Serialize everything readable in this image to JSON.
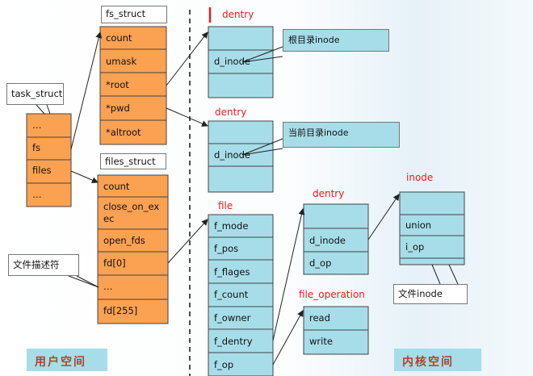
{
  "task_struct": {
    "title": "task_struct",
    "fields": [
      "…",
      "fs",
      "files",
      "…"
    ]
  },
  "fs_struct": {
    "title": "fs_struct",
    "fields": [
      "count",
      "umask",
      "*root",
      "*pwd",
      "*altroot"
    ]
  },
  "files_struct": {
    "title": "files_struct",
    "fields": [
      "count",
      "close_on_ex\nec",
      "open_fds",
      "fd[0]",
      "…",
      "fd[255]"
    ]
  },
  "file_desc_callout": "文件描述符",
  "dentry_root": {
    "title": "dentry",
    "fields": [
      "",
      "d_inode",
      ""
    ],
    "callout": "根目录inode"
  },
  "dentry_pwd": {
    "title": "dentry",
    "fields": [
      "",
      "d_inode",
      ""
    ],
    "callout": "当前目录inode"
  },
  "file": {
    "title": "file",
    "fields": [
      "f_mode",
      "f_pos",
      "f_flages",
      "f_count",
      "f_owner",
      "f_dentry",
      "f_op"
    ]
  },
  "dentry_file": {
    "title": "dentry",
    "fields": [
      "",
      "d_inode",
      "d_op"
    ]
  },
  "inode": {
    "title": "inode",
    "fields": [
      "",
      "union",
      "i_op",
      ""
    ],
    "callout": "文件inode"
  },
  "file_operation": {
    "title": "file_operation",
    "fields": [
      "read",
      "write"
    ]
  },
  "user_space_label": "用户空间",
  "kernel_space_label": "内核空间",
  "colors": {
    "orange": "#fba152",
    "cyan": "#a6dde9",
    "title_red": "#e41e1e",
    "border": "#444444"
  }
}
